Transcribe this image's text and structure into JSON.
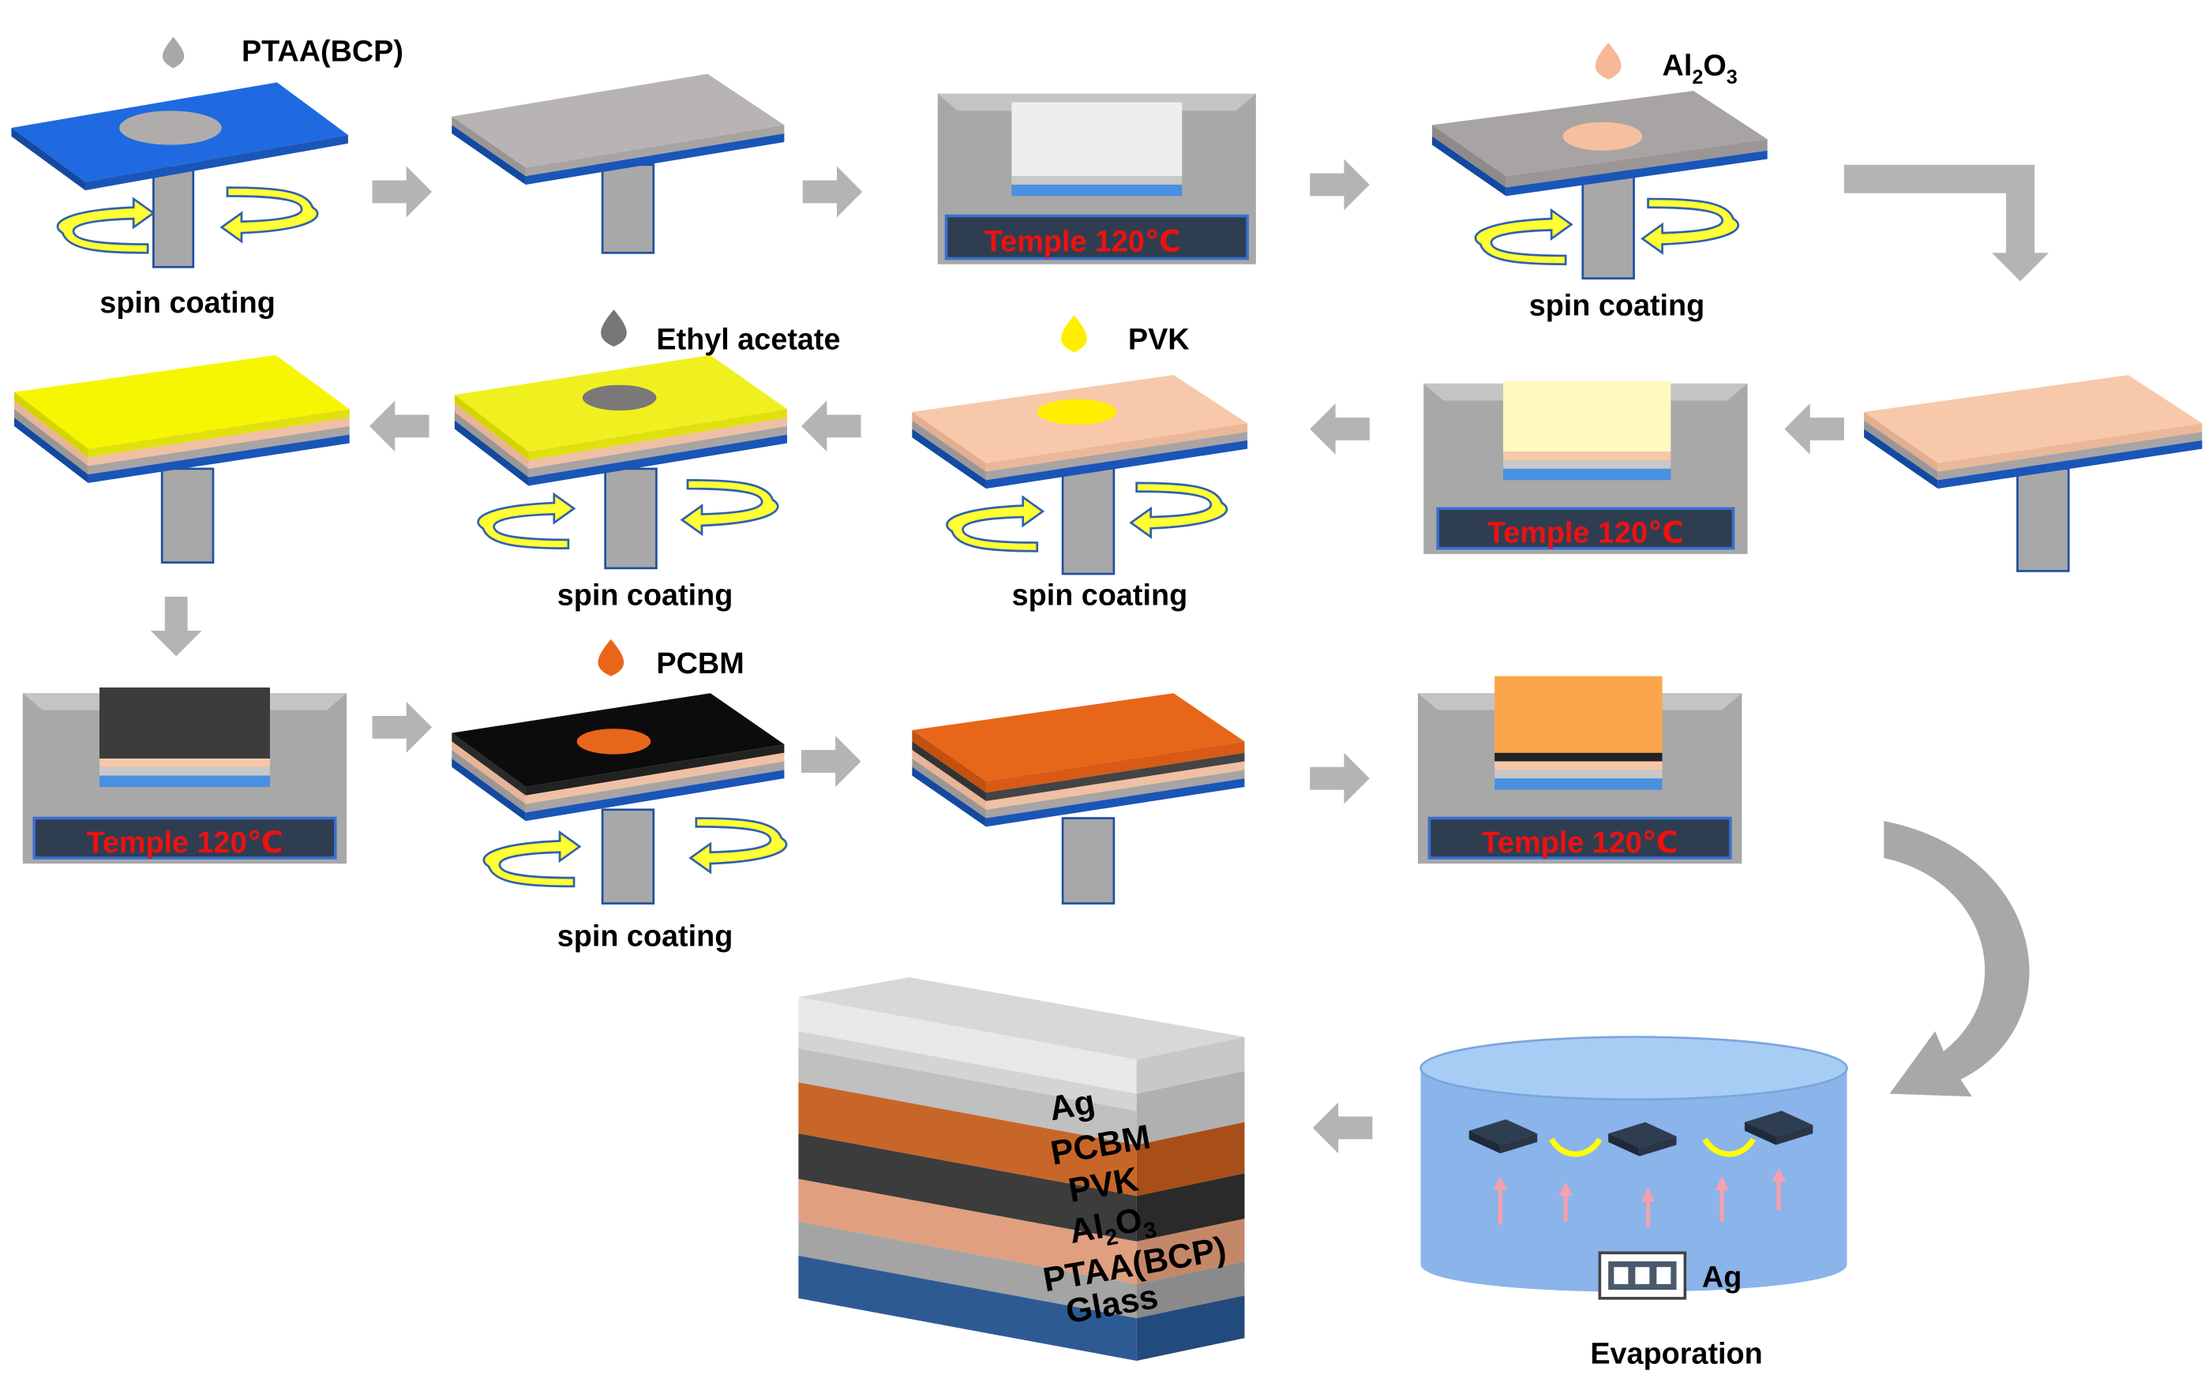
{
  "labels": {
    "ptaa": "PTAA(BCP)",
    "al2o3": "Al",
    "al2o3_sub1": "2",
    "al2o3_mid": "O",
    "al2o3_sub2": "3",
    "ethyl": "Ethyl acetate",
    "pvk": "PVK",
    "pcbm": "PCBM",
    "spin": "spin coating",
    "temple": "Temple 120℃",
    "evap": "Evaporation",
    "ag_source": "Ag"
  },
  "stack": {
    "ag": "Ag",
    "pcbm": "PCBM",
    "pvk": "PVK",
    "al": "Al",
    "al_sub1": "2",
    "al_mid": "O",
    "al_sub2": "3",
    "ptaa": "PTAA(BCP)",
    "glass": "Glass"
  },
  "colors": {
    "glass_blue": "#1f5fc0",
    "ptaa_gray": "#b4b0b0",
    "al2o3_peach": "#f6c6a6",
    "pvk_yellow": "#ffff00",
    "pvk_black": "#1a1a1a",
    "pcbm_orange": "#e8661a",
    "arrow_gray": "#b4b4b4",
    "temple_red": "#ee1111"
  }
}
